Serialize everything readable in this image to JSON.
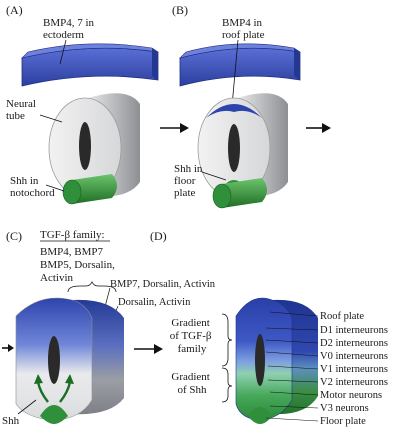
{
  "panels": {
    "a": {
      "letter": "(A)",
      "bmp_label": [
        "BMP4, 7 in",
        "ectoderm"
      ],
      "neural_tube_label": [
        "Neural",
        "tube"
      ],
      "shh_label": [
        "Shh in",
        "notochord"
      ]
    },
    "b": {
      "letter": "(B)",
      "bmp_label": [
        "BMP4 in",
        "roof plate"
      ],
      "shh_label": [
        "Shh in",
        "floor",
        "plate"
      ]
    },
    "c": {
      "letter": "(C)",
      "family_title": "TGF-β family:",
      "family_members": [
        "BMP4, BMP7",
        "BMP5, Dorsalin,",
        "Activin"
      ],
      "label_bmp7": "BMP7, Dorsalin, Activin",
      "label_dorsalin": "Dorsalin, Activin",
      "shh_label": "Shh"
    },
    "d": {
      "letter": "(D)",
      "gradient_tgf": [
        "Gradient",
        "of TGF-β",
        "family"
      ],
      "gradient_shh": [
        "Gradient",
        "of Shh"
      ],
      "zones": [
        "Roof plate",
        "D1 interneurons",
        "D2 interneurons",
        "V0 interneurons",
        "V1 interneurons",
        "V2 interneurons",
        "Motor neurons",
        "V3 neurons",
        "Floor plate"
      ]
    }
  },
  "colors": {
    "ectoderm_blue": "#3a4fb8",
    "roof_blue": "#2e44ad",
    "tube_gray": "#c9cacc",
    "lumen": "#2a2a2a",
    "notochord_green": "#3a9a3a",
    "floor_green": "#2f8f3a",
    "arrow": "#111111"
  }
}
